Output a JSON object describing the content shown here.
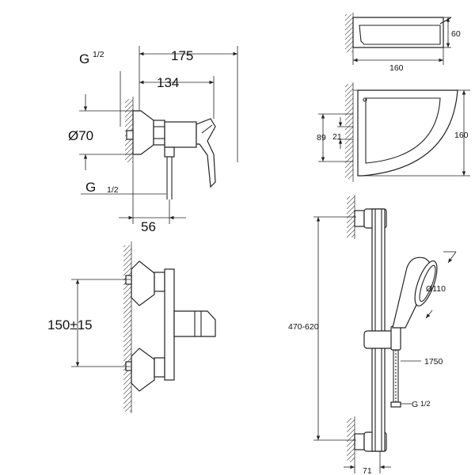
{
  "valve_top": {
    "width_total": "175",
    "width_inner": "134",
    "inlet_thread_top": "G",
    "inlet_thread_top_frac": "1/2",
    "diameter": "Ø70",
    "inlet_thread_bottom": "G",
    "inlet_thread_bottom_frac": "1/2",
    "outlet_offset": "56"
  },
  "valve_front": {
    "center_distance": "150±15"
  },
  "shelf_side": {
    "height": "60",
    "depth": "160"
  },
  "shelf_top": {
    "side": "160",
    "dim_a": "89",
    "dim_b": "21"
  },
  "rail_set": {
    "rail_length": "470-620",
    "head_diameter": "Ø110",
    "hose_length": "1750",
    "hose_thread": "G",
    "hose_thread_frac": "1/2",
    "wall_offset": "71"
  }
}
